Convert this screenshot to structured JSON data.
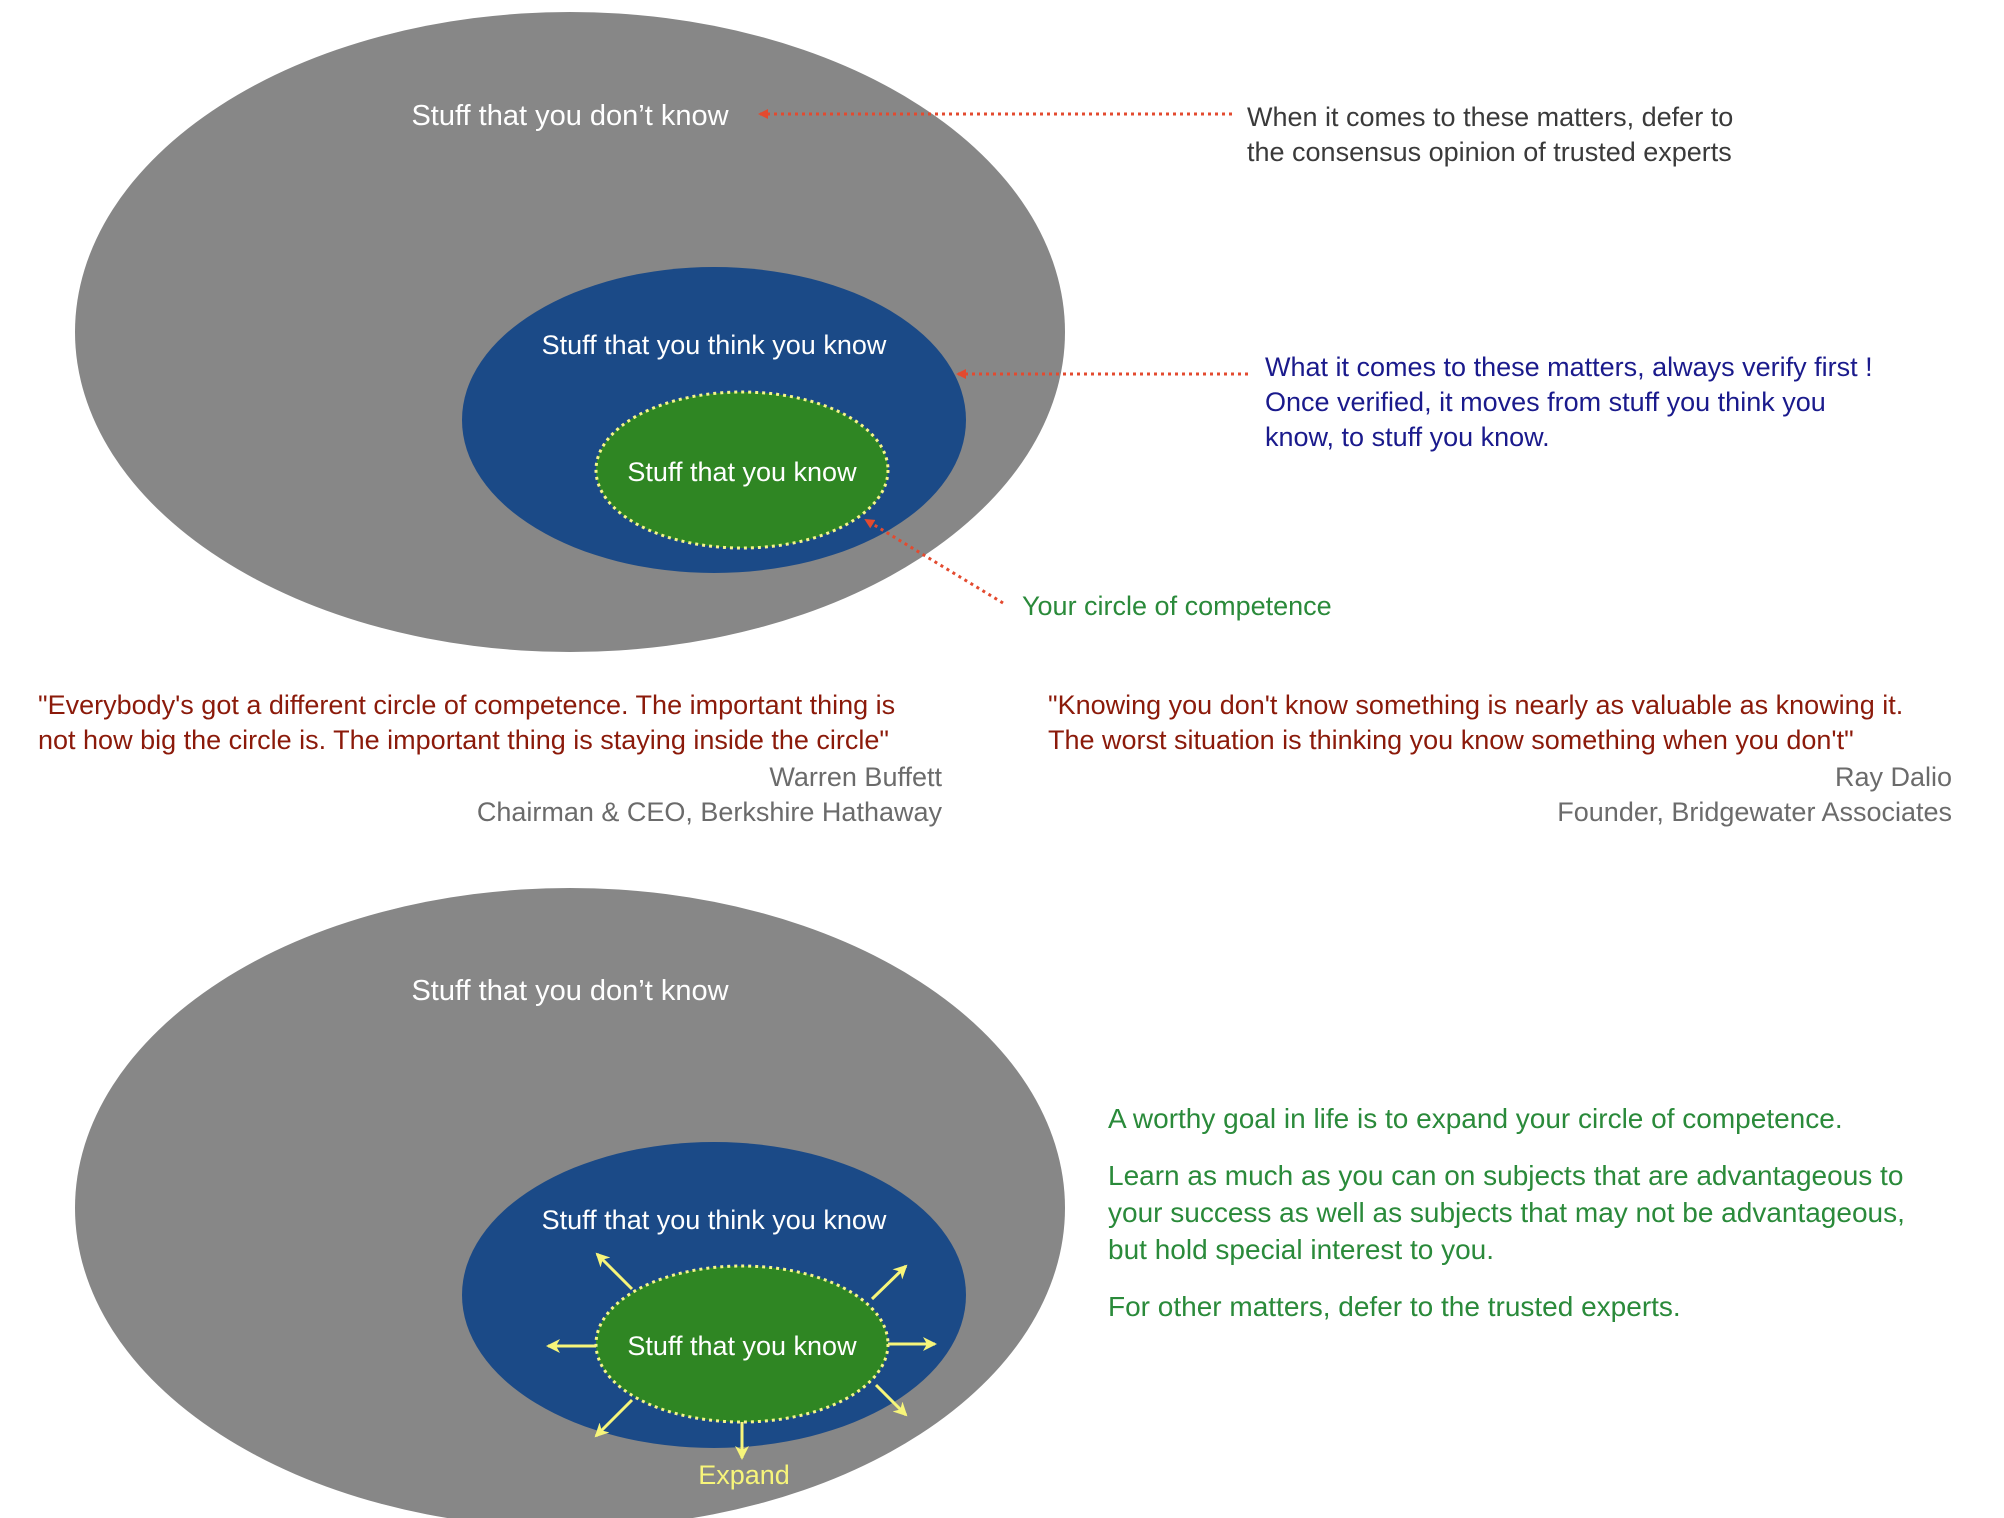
{
  "colors": {
    "outer_ellipse": "#878787",
    "middle_ellipse": "#1b4a87",
    "inner_ellipse": "#2f8623",
    "inner_outline": "#f6f58a",
    "pointer_arrows": "#e34a2f",
    "expand_arrows": "#f7f57a",
    "quote_text": "#8b1a0a",
    "attribution_text": "#6b6b6b",
    "advice_text": "#2a8a3a",
    "verify_text": "#1a1a8c"
  },
  "top_diagram": {
    "outer_label": "Stuff that you don’t know",
    "middle_label": "Stuff that you think you know",
    "inner_label": "Stuff that you know",
    "note_experts": [
      "When it comes to these matters, defer to",
      "the consensus opinion of trusted experts"
    ],
    "note_verify": [
      "What it comes to these matters, always verify first !",
      "Once verified, it moves from stuff you think you",
      "know, to stuff you know."
    ],
    "competence_label": "Your circle of competence"
  },
  "quotes": {
    "buffett": {
      "text": [
        "\"Everybody's got a different circle of competence. The important thing is",
        "not how big the circle is. The important thing is staying inside the circle\""
      ],
      "name": "Warren Buffett",
      "title": "Chairman & CEO, Berkshire Hathaway"
    },
    "dalio": {
      "text": [
        "\"Knowing you don't know something is nearly as valuable as knowing it.",
        "The worst situation is thinking you know something when you don't\""
      ],
      "name": "Ray Dalio",
      "title": "Founder, Bridgewater Associates"
    }
  },
  "bottom_diagram": {
    "outer_label": "Stuff that you don’t know",
    "middle_label": "Stuff that you think you know",
    "inner_label": "Stuff that you know",
    "expand_label": "Expand",
    "advice": [
      [
        "A worthy goal in life is to expand your circle of competence."
      ],
      [
        "Learn as much as you can on subjects that are advantageous to",
        "your success as well as subjects that may not be advantageous,",
        "but hold special interest to you."
      ],
      [
        "For other matters, defer to the trusted experts."
      ]
    ]
  }
}
